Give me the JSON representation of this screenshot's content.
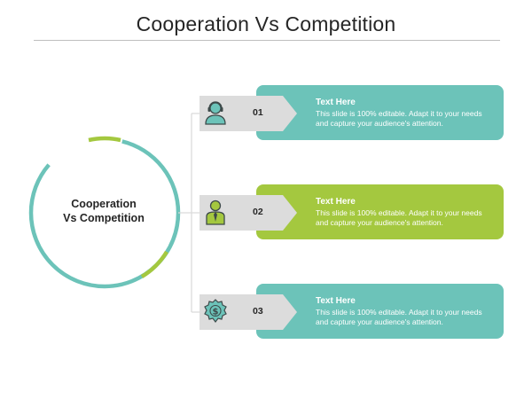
{
  "title": "Cooperation Vs Competition",
  "center": {
    "line1": "Cooperation",
    "line2": "Vs Competition"
  },
  "colors": {
    "teal": "#6cc3b9",
    "green": "#a4c83f",
    "tab_gray": "#dcdcdc",
    "line_gray": "#d9d9d9",
    "icon_stroke": "#3d4a4a"
  },
  "items": [
    {
      "number": "01",
      "heading": "Text Here",
      "body": "This slide is 100% editable. Adapt it to your needs and capture your audience's attention.",
      "color": "#6cc3b9",
      "icon": "headset-person-icon"
    },
    {
      "number": "02",
      "heading": "Text Here",
      "body": "This slide is 100% editable. Adapt it to your needs and capture your audience's attention.",
      "color": "#a4c83f",
      "icon": "businessman-icon"
    },
    {
      "number": "03",
      "heading": "Text Here",
      "body": "This slide is 100% editable. Adapt it to your needs and capture your audience's attention.",
      "color": "#6cc3b9",
      "icon": "dollar-badge-icon"
    }
  ]
}
